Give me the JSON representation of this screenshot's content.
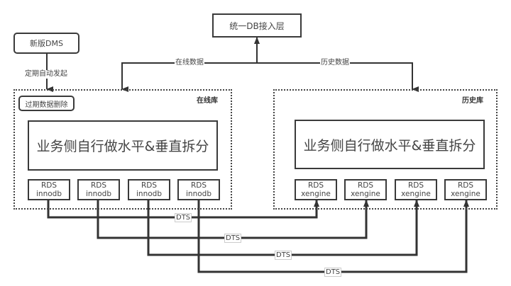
{
  "top": {
    "unified_layer": "统一DB接入层"
  },
  "dms": {
    "title": "新版DMS",
    "trigger_label": "定期自动发起"
  },
  "flows": {
    "online_label": "在线数据",
    "history_label": "历史数据"
  },
  "online": {
    "title": "在线库",
    "cleanup_task": "过期数据删除",
    "split_box": "业务侧自行做水平&垂直拆分",
    "instances": [
      {
        "line1": "RDS",
        "line2": "innodb"
      },
      {
        "line1": "RDS",
        "line2": "innodb"
      },
      {
        "line1": "RDS",
        "line2": "innodb"
      },
      {
        "line1": "RDS",
        "line2": "innodb"
      }
    ]
  },
  "history": {
    "title": "历史库",
    "split_box": "业务侧自行做水平&垂直拆分",
    "instances": [
      {
        "line1": "RDS",
        "line2": "xengine"
      },
      {
        "line1": "RDS",
        "line2": "xengine"
      },
      {
        "line1": "RDS",
        "line2": "xengine"
      },
      {
        "line1": "RDS",
        "line2": "xengine"
      }
    ]
  },
  "sync_links": [
    {
      "label": "DTS",
      "from": "online.instances.0",
      "to": "history.instances.0"
    },
    {
      "label": "DTS",
      "from": "online.instances.1",
      "to": "history.instances.1"
    },
    {
      "label": "DTS",
      "from": "online.instances.2",
      "to": "history.instances.2"
    },
    {
      "label": "DTS",
      "from": "online.instances.3",
      "to": "history.instances.3"
    }
  ]
}
